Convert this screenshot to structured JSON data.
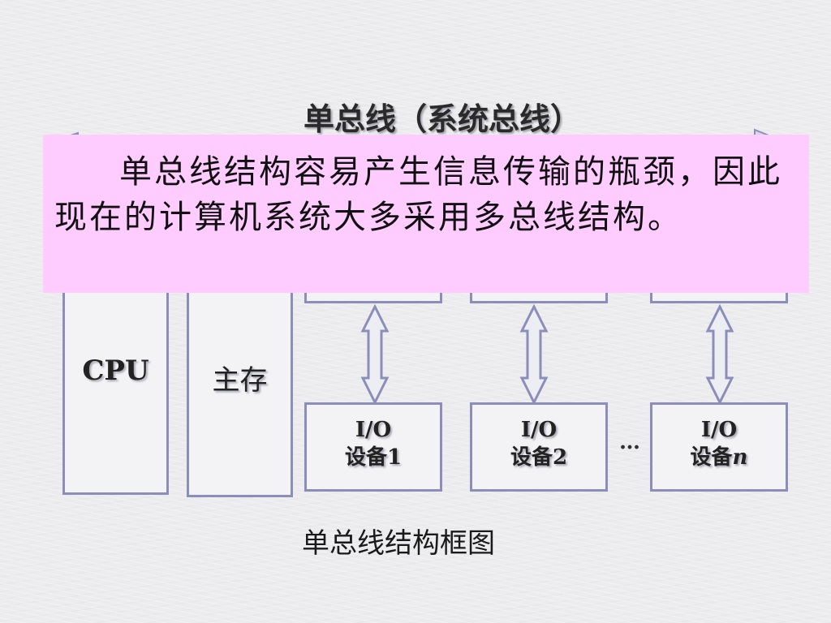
{
  "title": "单总线（系统总线）",
  "callout_text": "单总线结构容易产生信息传输的瓶颈，因此现在的计算机系统大多采用多总线结构。",
  "blocks": {
    "cpu": "CPU",
    "memory": "主存"
  },
  "io_devices": [
    {
      "line1": "I/O",
      "line2": "设备1",
      "suffix": ""
    },
    {
      "line1": "I/O",
      "line2": "设备2",
      "suffix": ""
    },
    {
      "line1": "I/O",
      "line2": "设备",
      "suffix": "n"
    }
  ],
  "ellipsis": "…",
  "caption": "单总线结构框图",
  "colors": {
    "callout_bg": "#ffccff",
    "block_border": "#8d8db9",
    "arrow_stroke": "#8d8db9"
  }
}
